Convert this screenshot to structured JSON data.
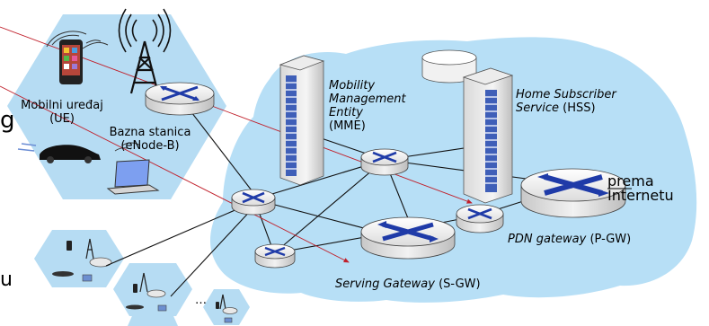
{
  "labels": {
    "mobile_device_line1": "Mobilni uređaj",
    "mobile_device_line2": "(UE)",
    "base_station_line1": "Bazna stanica",
    "base_station_line2": "(eNode-B)",
    "mme_line1": "Mobility",
    "mme_line2": "Management",
    "mme_line3": "Entity",
    "mme_line4": "(MME)",
    "hss_line1": "Home Subscriber",
    "hss_line2": "Service",
    "hss_line2_suffix": " (HSS)",
    "internet_line1": "prema",
    "internet_line2": "Internetu",
    "pgw_italic": "PDN gateway",
    "pgw_suffix": " (P-GW)",
    "sgw_italic": "Serving Gateway",
    "sgw_suffix": " (S-GW)",
    "ellipsis": "…",
    "cut_left_top": "g",
    "cut_left_bottom": "u"
  },
  "colors": {
    "cell_fill": "#b6dcf3",
    "core_fill": "#b7dff6",
    "router_blue": "#1f3ba8",
    "pointer_line": "#c0202b"
  }
}
